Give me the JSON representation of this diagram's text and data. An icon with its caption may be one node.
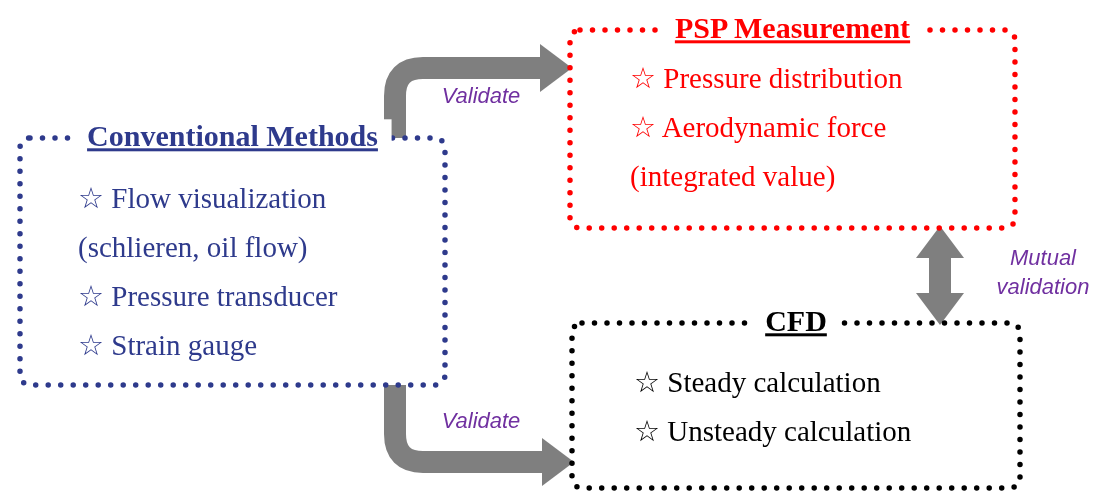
{
  "diagram": {
    "nodes": [
      {
        "text": [
          "Conventional Methods",
          "☆ Flow visualization (schlieren, oil flow)",
          "☆ Pressure transducer",
          "☆ Strain gauge"
        ]
      },
      {
        "text": [
          "PSP Measurement",
          "☆ Pressure distribution",
          "☆ Aerodynamic force (integrated value)"
        ]
      },
      {
        "text": [
          "CFD",
          "☆ Steady calculation",
          "☆ Unsteady calculation"
        ]
      }
    ],
    "edges": [
      {
        "from": 0,
        "to": 1,
        "arrow": "to",
        "label": "Validate"
      },
      {
        "from": 0,
        "to": 2,
        "arrow": "to",
        "label": "Validate"
      },
      {
        "from": 1,
        "to": 2,
        "arrow": "both",
        "label": "Mutual validation"
      }
    ]
  }
}
